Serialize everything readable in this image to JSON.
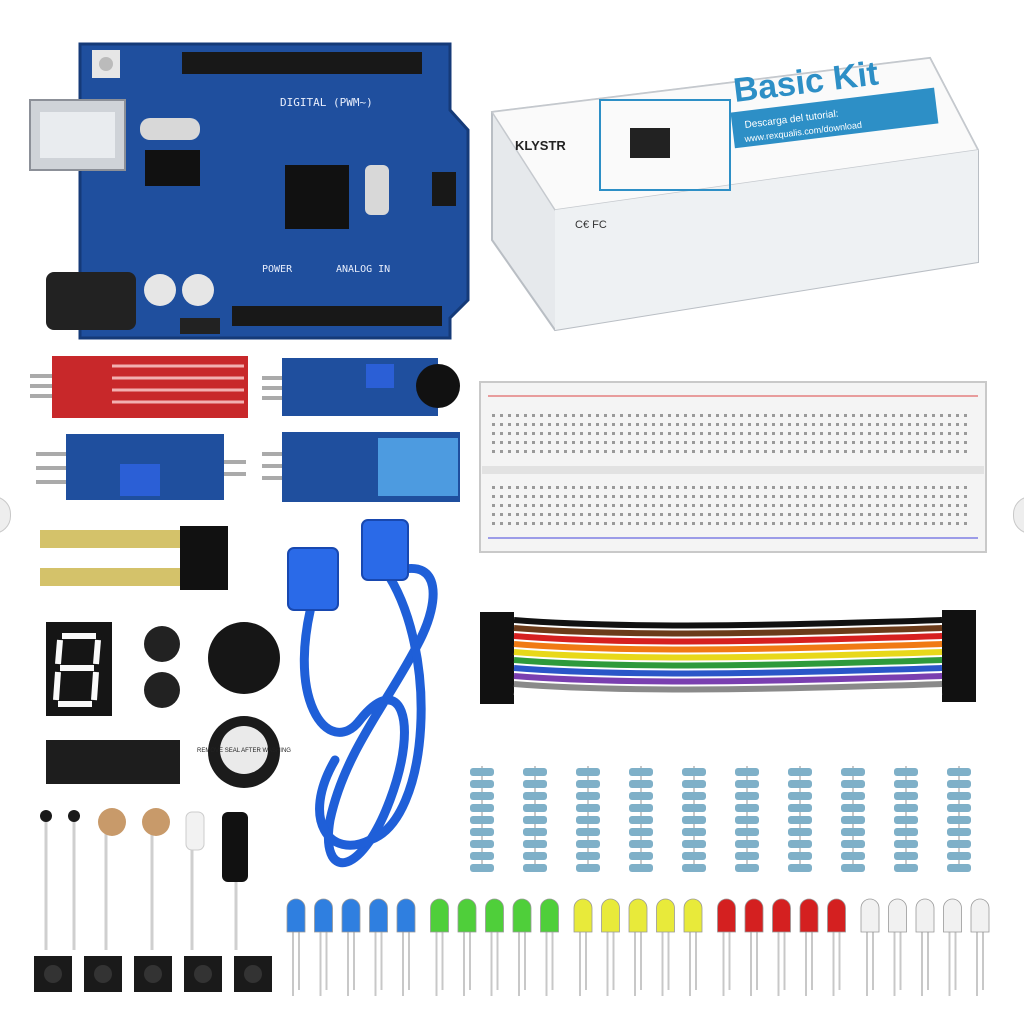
{
  "box": {
    "brand": "KLYSTR",
    "title": "Basic Kit",
    "tagline_1": "Descarga del tutorial:",
    "tagline_2": "www.rexqualis.com/download",
    "cert": "C€ FC"
  },
  "board": {
    "label_digital": "DIGITAL (PWM~)",
    "label_power": "POWER",
    "label_analog": "ANALOG IN"
  },
  "buzzer_label": "REMOVE SEAL AFTER WASHING",
  "colors": {
    "board": "#1f4f9e",
    "board_dark": "#153a78",
    "box_accent": "#2d8fc6",
    "cable": "#1f5fd8",
    "led_blue": "#2f7fe0",
    "led_green": "#4fcf3a",
    "led_yellow": "#e8ea3a",
    "led_red": "#d42020",
    "led_white": "#f1f1f1"
  },
  "wire_colors": [
    "#111111",
    "#6b3b1a",
    "#d62020",
    "#f07a14",
    "#e8d81a",
    "#2e9a3b",
    "#2a56c8",
    "#7a3fb0",
    "#8a8a8a",
    "#ffffff"
  ],
  "leds": [
    {
      "color": "led_blue",
      "count": 5
    },
    {
      "color": "led_green",
      "count": 5
    },
    {
      "color": "led_yellow",
      "count": 5
    },
    {
      "color": "led_red",
      "count": 5
    },
    {
      "color": "led_white",
      "count": 5
    }
  ],
  "icons": [
    "usb-cable-icon",
    "breadboard-icon",
    "jumper-wires-icon",
    "resistor-icon",
    "led-icon",
    "push-button-icon"
  ]
}
